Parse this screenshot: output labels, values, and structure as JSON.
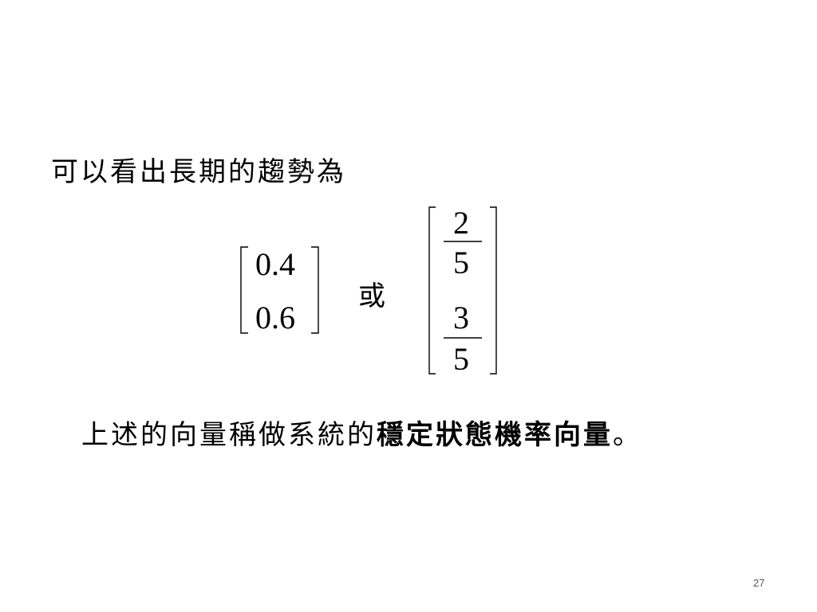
{
  "intro_text": "可以看出長期的趨勢為",
  "vector_a": {
    "top": "0.4",
    "bottom": "0.6"
  },
  "connector": "或",
  "vector_b": {
    "top": {
      "numerator": "2",
      "denominator": "5"
    },
    "bottom": {
      "numerator": "3",
      "denominator": "5"
    }
  },
  "conclusion": {
    "prefix": "上述的向量稱做系統的",
    "emphasis": "穩定狀態機率向量",
    "suffix": "。"
  },
  "page_number": "27"
}
